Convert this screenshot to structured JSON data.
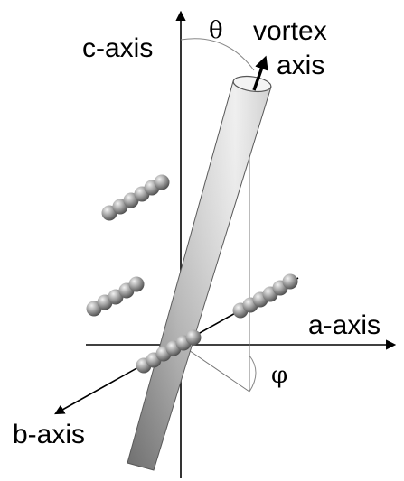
{
  "labels": {
    "c_axis": "c-axis",
    "theta": "θ",
    "vortex_line1": "vortex",
    "vortex_line2": "axis",
    "a_axis": "a-axis",
    "phi": "φ",
    "b_axis": "b-axis"
  },
  "colors": {
    "background": "#ffffff",
    "axis": "#000000",
    "vortex_light": "#f4f4f4",
    "vortex_mid": "#c8c8c8",
    "vortex_dark": "#6e6e6e",
    "sphere_light": "#f2f2f2",
    "sphere_mid": "#a8a8a8",
    "sphere_dark": "#4a4a4a",
    "guide_line": "#888888"
  }
}
